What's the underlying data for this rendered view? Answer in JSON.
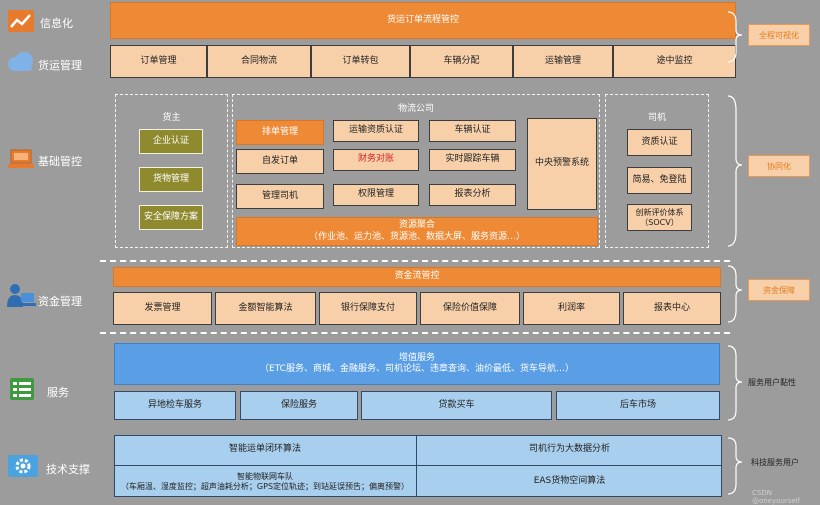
{
  "sidebar": {
    "info": "信息化",
    "freight": "货运管理",
    "base": "基础管控",
    "funds": "资金管理",
    "service": "服务",
    "tech": "技术支撑"
  },
  "top": {
    "title": "货运订单流程管控",
    "modules": [
      "订单管理",
      "合同物流",
      "订单转包",
      "车辆分配",
      "运输管理",
      "途中监控"
    ]
  },
  "shipper": {
    "title": "货主",
    "items": [
      "企业认证",
      "货物管理",
      "安全保障方案"
    ]
  },
  "logistics": {
    "title": "物流公司",
    "items": [
      "排单管理",
      "运输资质认证",
      "车辆认证",
      "自发订单",
      "财务对账",
      "实时跟踪车辆",
      "管理司机",
      "权限管理",
      "报表分析"
    ],
    "center": "中央预警系统",
    "pool_title": "资源聚合",
    "pool_desc": "（作业池、运力池、货源池、数据大屏、服务资源…）"
  },
  "driver": {
    "title": "司机",
    "items": [
      "资质认证",
      "简易、免登陆",
      "创新评价体系\n（SOCV）"
    ]
  },
  "funds": {
    "title": "资金流管控",
    "items": [
      "发票管理",
      "金额智能算法",
      "银行保障支付",
      "保险价值保障",
      "利润率",
      "报表中心"
    ]
  },
  "value_added": {
    "title": "增值服务",
    "desc": "（ETC服务、商城、金融服务、司机论坛、违章查询、油价最低、货车导航…）",
    "items": [
      "异地检车服务",
      "保险服务",
      "贷款买车",
      "后车市场"
    ]
  },
  "tech": {
    "a": "智能运单闭环算法",
    "b": "司机行为大数据分析",
    "c_title": "智能物联网车队",
    "c_desc": "（车厢温、湿度监控；超声油耗分析；GPS定位轨迹；到站延误预告；偏离预警）",
    "d": "EAS货物空间算法"
  },
  "right": {
    "visual": "全程可视化",
    "collab": "协同化",
    "fund_guard": "资金保障",
    "stickiness": "服务用户黏性",
    "tech_serve": "科技服务用户"
  },
  "watermark": "CSDN @oneyourself",
  "colors": {
    "orange": "#ee8a35",
    "peach": "#f7d0aa",
    "olive": "#8f8a2e",
    "blue": "#5a9ee6",
    "light_blue": "#a9cfee",
    "background": "#9c9c9c"
  },
  "icons": [
    "line-chart-icon",
    "cloud-icon",
    "laptop-icon",
    "user-desk-icon",
    "list-icon",
    "gear-icon"
  ]
}
